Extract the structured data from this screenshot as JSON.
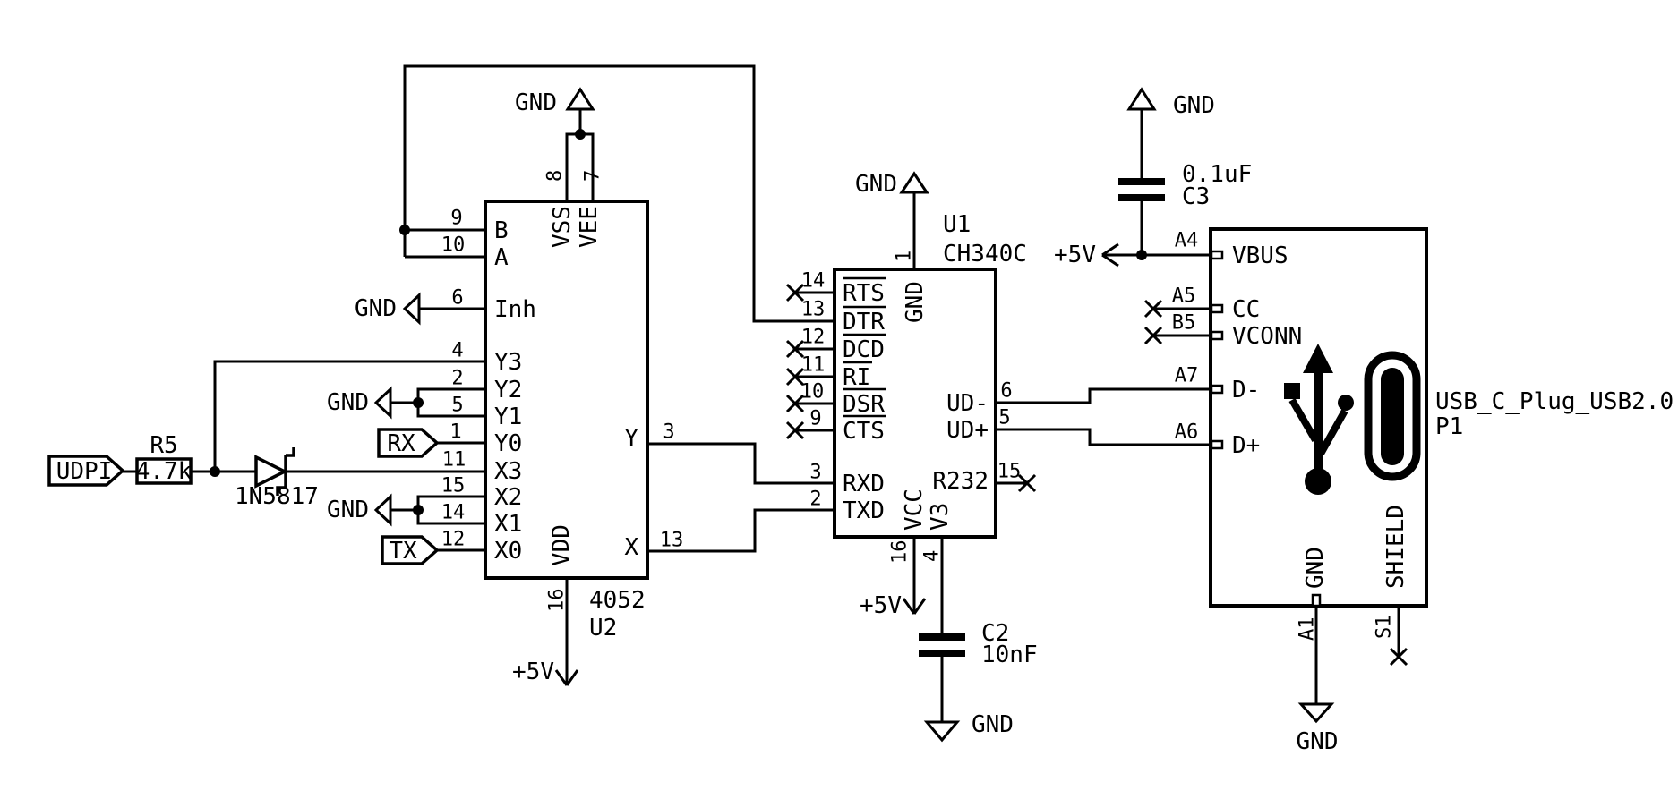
{
  "nets": {
    "gnd": "GND",
    "p5v": "+5V"
  },
  "flags": {
    "udpi": "UDPI",
    "rx": "RX",
    "tx": "TX"
  },
  "r5": {
    "ref": "R5",
    "value": "4.7k"
  },
  "d1": {
    "value": "1N5817"
  },
  "c2": {
    "ref": "C2",
    "value": "10nF"
  },
  "c3": {
    "ref": "C3",
    "value": "0.1uF"
  },
  "u2": {
    "ref": "U2",
    "value": "4052",
    "pins": {
      "b": {
        "num": "9",
        "name": "B"
      },
      "a": {
        "num": "10",
        "name": "A"
      },
      "inh": {
        "num": "6",
        "name": "Inh"
      },
      "y3": {
        "num": "4",
        "name": "Y3"
      },
      "y2": {
        "num": "2",
        "name": "Y2"
      },
      "y1": {
        "num": "5",
        "name": "Y1"
      },
      "y0": {
        "num": "1",
        "name": "Y0"
      },
      "x3": {
        "num": "11",
        "name": "X3"
      },
      "x2": {
        "num": "15",
        "name": "X2"
      },
      "x1": {
        "num": "14",
        "name": "X1"
      },
      "x0": {
        "num": "12",
        "name": "X0"
      },
      "y": {
        "num": "3",
        "name": "Y"
      },
      "x": {
        "num": "13",
        "name": "X"
      },
      "vss": {
        "num": "8",
        "name": "VSS"
      },
      "vee": {
        "num": "7",
        "name": "VEE"
      },
      "vdd": {
        "num": "16",
        "name": "VDD"
      }
    }
  },
  "u1": {
    "ref": "U1",
    "value": "CH340C",
    "pins": {
      "gnd": {
        "num": "1",
        "name": "GND"
      },
      "rts": {
        "num": "14",
        "name": "RTS"
      },
      "dtr": {
        "num": "13",
        "name": "DTR"
      },
      "dcd": {
        "num": "12",
        "name": "DCD"
      },
      "ri": {
        "num": "11",
        "name": "RI"
      },
      "dsr": {
        "num": "10",
        "name": "DSR"
      },
      "cts": {
        "num": "9",
        "name": "CTS"
      },
      "rxd": {
        "num": "3",
        "name": "RXD"
      },
      "txd": {
        "num": "2",
        "name": "TXD"
      },
      "udm": {
        "num": "6",
        "name": "UD-"
      },
      "udp": {
        "num": "5",
        "name": "UD+"
      },
      "r232": {
        "num": "15",
        "name": "R232"
      },
      "vcc": {
        "num": "16",
        "name": "VCC"
      },
      "v3": {
        "num": "4",
        "name": "V3"
      }
    }
  },
  "p1": {
    "ref": "P1",
    "value": "USB_C_Plug_USB2.0",
    "pins": {
      "vbus": {
        "num": "A4",
        "name": "VBUS"
      },
      "cc": {
        "num": "A5",
        "name": "CC"
      },
      "vconn": {
        "num": "B5",
        "name": "VCONN"
      },
      "dm": {
        "num": "A7",
        "name": "D-"
      },
      "dp": {
        "num": "A6",
        "name": "D+"
      },
      "gnd": {
        "num": "A1",
        "name": "GND"
      },
      "shield": {
        "num": "S1",
        "name": "SHIELD"
      }
    }
  }
}
